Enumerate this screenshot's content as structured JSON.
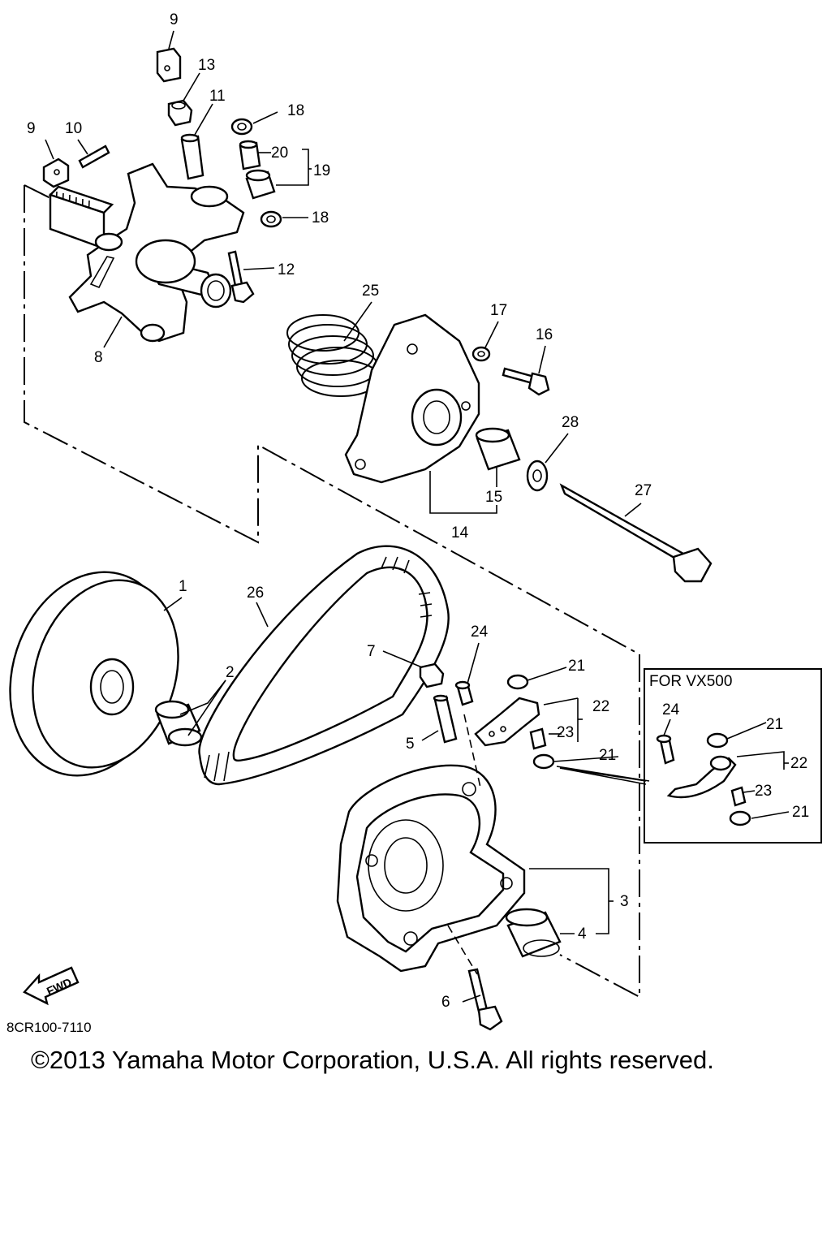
{
  "diagram_code": "8CR100-7110",
  "copyright": "©2013 Yamaha Motor Corporation, U.S.A. All rights reserved.",
  "fwd_label": "FWD",
  "inset_title": "FOR VX500",
  "callouts": {
    "c1": "1",
    "c2": "2",
    "c3": "3",
    "c4": "4",
    "c5": "5",
    "c6": "6",
    "c7": "7",
    "c8": "8",
    "c9a": "9",
    "c9b": "9",
    "c10": "10",
    "c11": "11",
    "c12": "12",
    "c13": "13",
    "c14": "14",
    "c15": "15",
    "c16": "16",
    "c17": "17",
    "c18a": "18",
    "c18b": "18",
    "c19": "19",
    "c20": "20",
    "c21a": "21",
    "c21b": "21",
    "c22": "22",
    "c23": "23",
    "c24": "24",
    "c25": "25",
    "c26": "26",
    "c27": "27",
    "c28": "28",
    "i21a": "21",
    "i21b": "21",
    "i22": "22",
    "i23": "23",
    "i24": "24"
  }
}
